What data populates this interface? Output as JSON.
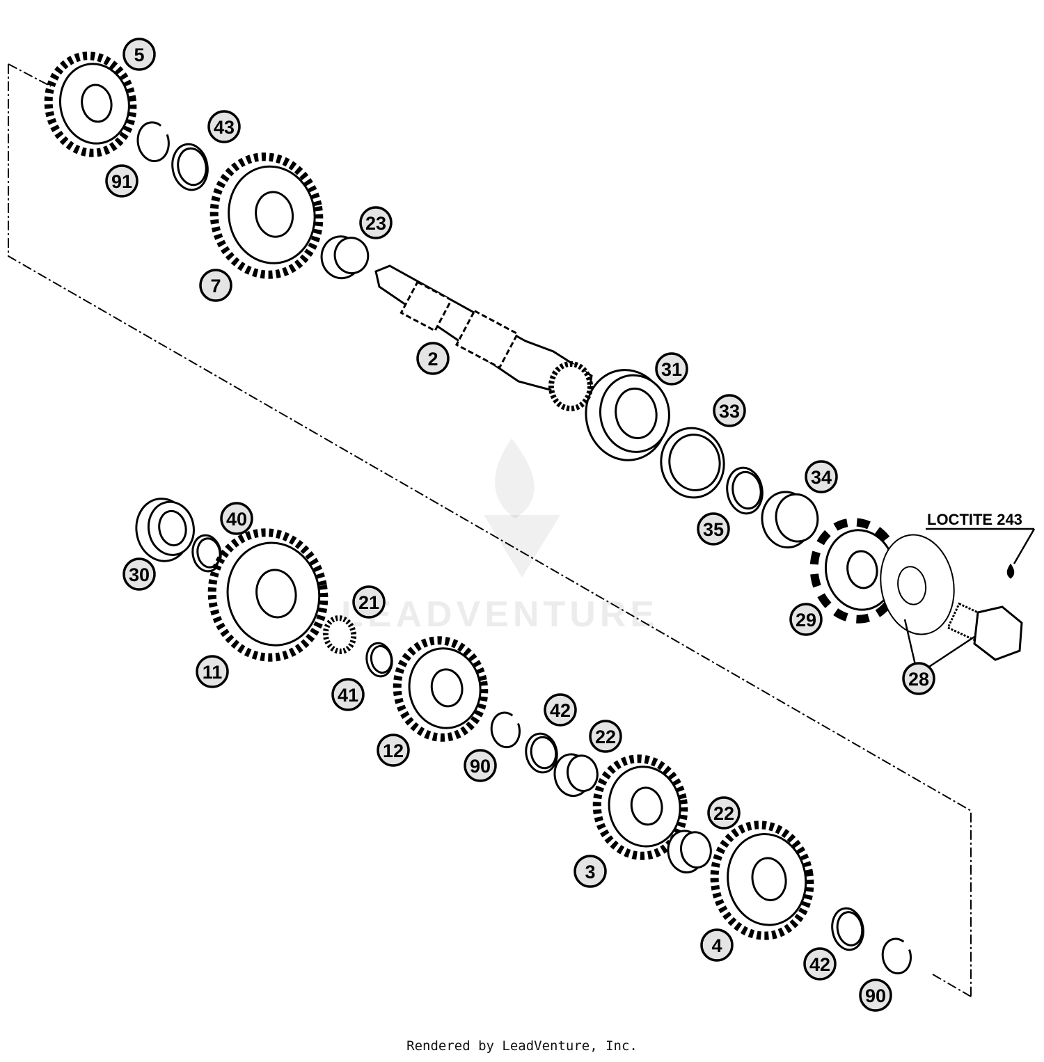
{
  "diagram": {
    "callouts": [
      "5",
      "91",
      "43",
      "7",
      "23",
      "2",
      "31",
      "33",
      "35",
      "34",
      "29",
      "28",
      "30",
      "40",
      "11",
      "21",
      "41",
      "12",
      "90",
      "42",
      "22",
      "3",
      "22",
      "4",
      "42",
      "90"
    ],
    "note": "LOCTITE 243",
    "watermark": "LEADVENTURE"
  },
  "footer": {
    "text": "Rendered by LeadVenture, Inc."
  }
}
